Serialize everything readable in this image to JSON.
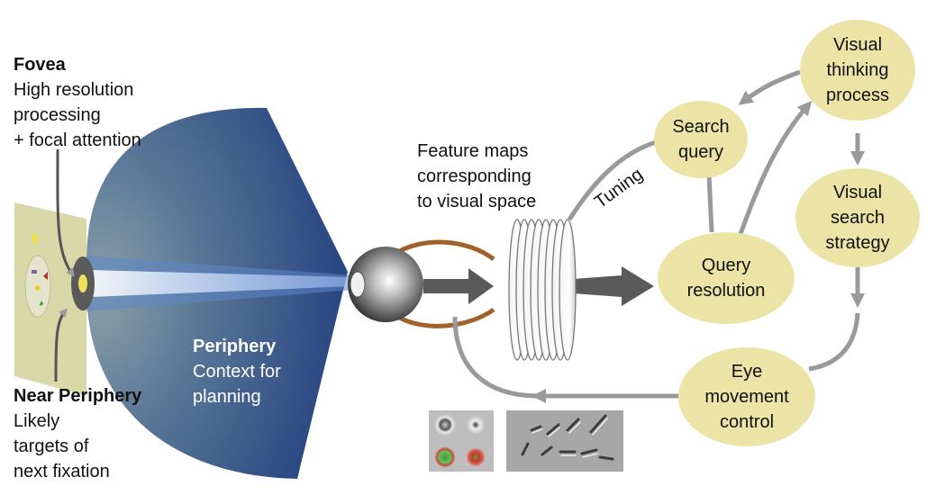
{
  "fovea": {
    "title": "Fovea",
    "lines": [
      "High resolution",
      "processing",
      "+ focal attention"
    ]
  },
  "near_periphery": {
    "title": "Near Periphery",
    "lines": [
      "Likely",
      "targets of",
      "next fixation"
    ]
  },
  "periphery": {
    "title": "Periphery",
    "lines": [
      "Context for",
      "planning"
    ]
  },
  "feature_maps": {
    "lines": [
      "Feature maps",
      "corresponding",
      "to visual space"
    ]
  },
  "tuning_label": "Tuning",
  "nodes": {
    "search_query": [
      "Search",
      "query"
    ],
    "query_resolution": [
      "Query",
      "resolution"
    ],
    "visual_thinking": [
      "Visual",
      "thinking",
      "process"
    ],
    "visual_search_strategy": [
      "Visual",
      "search",
      "strategy"
    ],
    "eye_movement_control": [
      "Eye",
      "movement",
      "control"
    ]
  },
  "colors": {
    "node_fill": "#ece4a6",
    "arrow_gray": "#9a9a9a",
    "cone_blue": "#2b4a86",
    "screen_fill": "#d8d8a8"
  }
}
